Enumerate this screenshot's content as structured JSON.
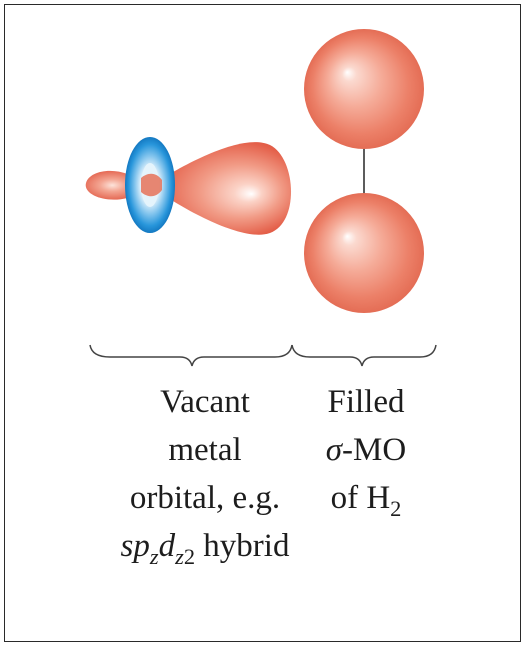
{
  "left_caption": {
    "line1": "Vacant",
    "line2": "metal",
    "line3": "orbital, e.g.",
    "line4_sp": "sp",
    "line4_z1": "z",
    "line4_d": "d",
    "line4_z2": "z",
    "line4_2": "2",
    "line4_rest": " hybrid"
  },
  "right_caption": {
    "line1": "Filled",
    "line2_sigma": "σ",
    "line2_rest": "-MO",
    "line3_of": "of H",
    "line3_sub": "2"
  },
  "colors": {
    "lobe": "#e8705a",
    "ring": "#1a8fd8",
    "sphere": "#ee7f6a",
    "bracket": "#444444"
  }
}
